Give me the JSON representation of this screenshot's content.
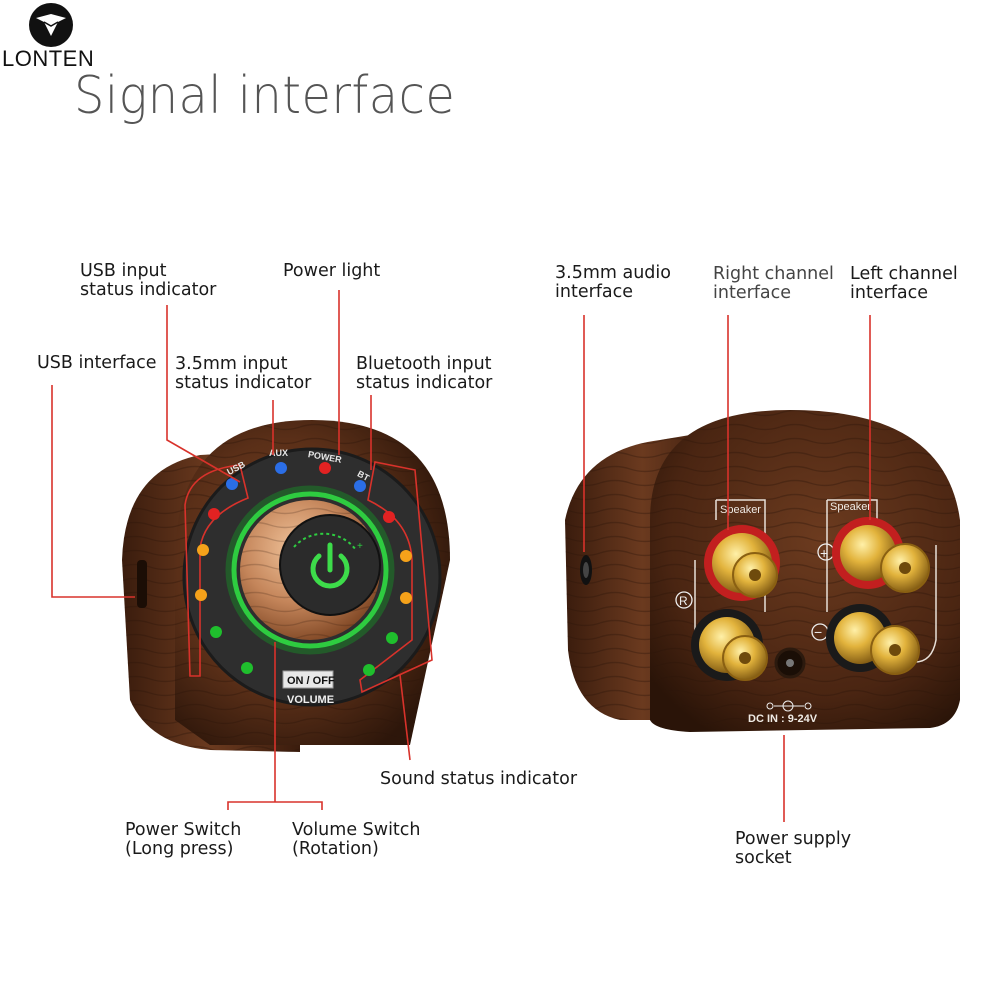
{
  "brand": {
    "name": "LONTEN",
    "logo_icon": "bird-head-logo-icon"
  },
  "title": "Signal interface",
  "front_labels": {
    "usb_input_status": "USB input\nstatus indicator",
    "power_light": "Power light",
    "usb_interface": "USB interface",
    "aux_input_status": "3.5mm input\nstatus indicator",
    "bt_input_status": "Bluetooth input\nstatus indicator",
    "sound_status": "Sound status indicator",
    "power_switch": "Power Switch\n(Long press)",
    "volume_switch": "Volume Switch\n(Rotation)"
  },
  "back_labels": {
    "audio_interface": "3.5mm audio\ninterface",
    "right_channel": "Right channel\ninterface",
    "left_channel": "Left channel\ninterface",
    "power_socket": "Power supply\nsocket"
  },
  "device_front": {
    "led_labels": {
      "usb": "USB",
      "aux": "AUX",
      "power": "POWER",
      "bt": "BT"
    },
    "button_text": "ON / OFF",
    "volume_text": "VOLUME"
  },
  "device_back": {
    "speaker_text": "Speaker",
    "r_mark": "R",
    "plus_mark": "+",
    "minus_mark": "−",
    "dc_text": "DC IN : 9-24V"
  },
  "colors": {
    "leader_line": "#d8322b",
    "wood_dark": "#3d1f10",
    "wood_mid": "#6a3a1e",
    "panel": "#333333",
    "led_red": "#e22222",
    "led_orange": "#f5a21a",
    "led_green": "#1fbf2d",
    "led_blue": "#2b6ee6",
    "ring_green": "#2ecc40",
    "gold": "#d9a52e"
  }
}
